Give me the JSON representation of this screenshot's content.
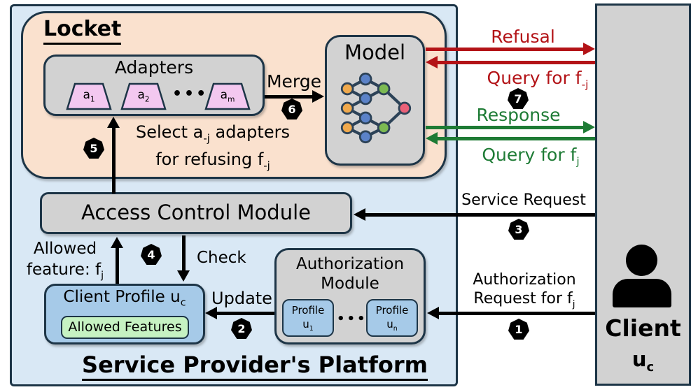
{
  "platform": {
    "title": "Service Provider's Platform",
    "locket": {
      "title": "Locket",
      "adapters": {
        "title": "Adapters",
        "dots": "•••",
        "items": [
          {
            "pre": "a",
            "sub": "1"
          },
          {
            "pre": "a",
            "sub": "2"
          },
          {
            "pre": "a",
            "sub": "m"
          }
        ]
      },
      "model": {
        "title": "Model"
      },
      "merge_label": "Merge",
      "select_line1": {
        "pre": "Select a",
        "sub": "-j",
        "post": " adapters"
      },
      "select_line2": {
        "pre": "for refusing f",
        "sub": "-j"
      }
    },
    "access_control": {
      "title": "Access Control Module"
    },
    "labels": {
      "allowed_line1": "Allowed",
      "allowed_line2": {
        "pre": "feature: f",
        "sub": "j"
      },
      "check": "Check",
      "update": "Update"
    },
    "client_profile": {
      "title": {
        "pre": "Client Profile u",
        "sub": "c"
      },
      "allowed_features": "Allowed Features"
    },
    "authorization": {
      "title_line1": "Authorization",
      "title_line2": "Module",
      "dots": "•••",
      "profiles": [
        {
          "line1": "Profile",
          "pre": "u",
          "sub": "1"
        },
        {
          "line1": "Profile",
          "pre": "u",
          "sub": "n"
        }
      ]
    }
  },
  "client": {
    "label": "Client",
    "u": {
      "pre": "u",
      "sub": "c"
    }
  },
  "flows": {
    "refusal": "Refusal",
    "query_fnj": {
      "pre": "Query for f",
      "sub": "-j"
    },
    "response": "Response",
    "query_fj": {
      "pre": "Query for f",
      "sub": "j"
    },
    "service_request": "Service Request",
    "auth_request_line1": "Authorization",
    "auth_request_line2": {
      "pre": "Request for f",
      "sub": "j"
    }
  },
  "badges": {
    "b1": "1",
    "b2": "2",
    "b3": "3",
    "b4": "4",
    "b5": "5",
    "b6": "6",
    "b7": "7"
  },
  "colors": {
    "platform_fill": "#d9e8f5",
    "locket_fill": "#fae1ce",
    "module_gray": "#d2d2d2",
    "profile_blue": "#a6cae8",
    "allowed_green": "#c6f2c2",
    "adapter_pink": "#f3c8f0",
    "border_dark": "#1d3547",
    "arrow_red": "#b31317",
    "arrow_green": "#1e7b35",
    "node_orange": "#efa94d",
    "node_blue": "#5b82c8",
    "node_green": "#7cba52",
    "node_pink": "#ea6178"
  }
}
